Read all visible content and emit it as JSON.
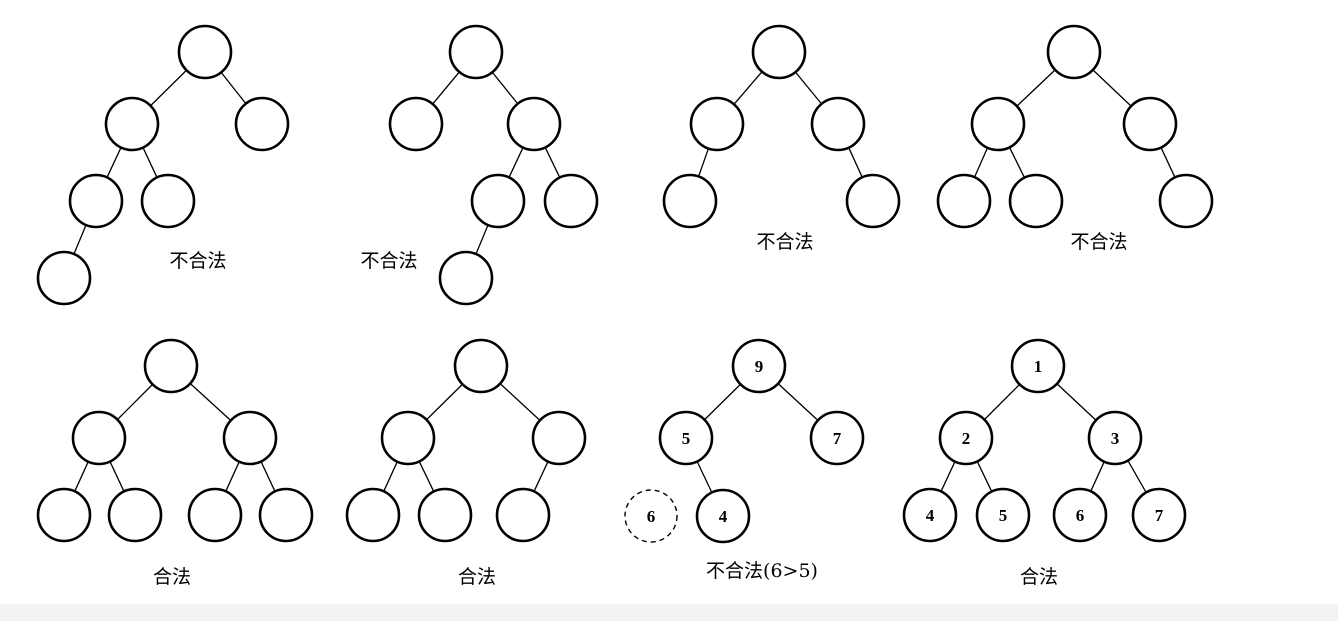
{
  "colors": {
    "background": "#ffffff",
    "stroke": "#000000",
    "bottom_strip": "#f3f3f3"
  },
  "trees": [
    {
      "caption": "不合法",
      "nodes": [
        {
          "id": "a"
        },
        {
          "id": "b"
        },
        {
          "id": "c"
        },
        {
          "id": "d"
        },
        {
          "id": "e"
        },
        {
          "id": "f"
        }
      ],
      "edges": [
        [
          "a",
          "b"
        ],
        [
          "a",
          "c"
        ],
        [
          "b",
          "d"
        ],
        [
          "b",
          "e"
        ],
        [
          "d",
          "f"
        ]
      ]
    },
    {
      "caption": "不合法",
      "nodes": [
        {
          "id": "a"
        },
        {
          "id": "b"
        },
        {
          "id": "c"
        },
        {
          "id": "d"
        },
        {
          "id": "e"
        },
        {
          "id": "f"
        }
      ],
      "edges": [
        [
          "a",
          "b"
        ],
        [
          "a",
          "c"
        ],
        [
          "c",
          "d"
        ],
        [
          "c",
          "e"
        ],
        [
          "d",
          "f"
        ]
      ]
    },
    {
      "caption": "不合法",
      "nodes": [
        {
          "id": "a"
        },
        {
          "id": "b"
        },
        {
          "id": "c"
        },
        {
          "id": "d"
        },
        {
          "id": "e"
        }
      ],
      "edges": [
        [
          "a",
          "b"
        ],
        [
          "a",
          "c"
        ],
        [
          "b",
          "d"
        ],
        [
          "c",
          "e"
        ]
      ]
    },
    {
      "caption": "不合法",
      "nodes": [
        {
          "id": "a"
        },
        {
          "id": "b"
        },
        {
          "id": "c"
        },
        {
          "id": "d"
        },
        {
          "id": "e"
        },
        {
          "id": "f"
        }
      ],
      "edges": [
        [
          "a",
          "b"
        ],
        [
          "a",
          "c"
        ],
        [
          "b",
          "d"
        ],
        [
          "b",
          "e"
        ],
        [
          "c",
          "f"
        ]
      ]
    },
    {
      "caption": "合法",
      "nodes": [
        {
          "id": "a"
        },
        {
          "id": "b"
        },
        {
          "id": "c"
        },
        {
          "id": "d"
        },
        {
          "id": "e"
        },
        {
          "id": "f"
        },
        {
          "id": "g"
        }
      ],
      "edges": [
        [
          "a",
          "b"
        ],
        [
          "a",
          "c"
        ],
        [
          "b",
          "d"
        ],
        [
          "b",
          "e"
        ],
        [
          "c",
          "f"
        ],
        [
          "c",
          "g"
        ]
      ]
    },
    {
      "caption": "合法",
      "nodes": [
        {
          "id": "a"
        },
        {
          "id": "b"
        },
        {
          "id": "c"
        },
        {
          "id": "d"
        },
        {
          "id": "e"
        },
        {
          "id": "f"
        }
      ],
      "edges": [
        [
          "a",
          "b"
        ],
        [
          "a",
          "c"
        ],
        [
          "b",
          "d"
        ],
        [
          "b",
          "e"
        ],
        [
          "c",
          "f"
        ]
      ]
    },
    {
      "caption": "不合法(6>5)",
      "nodes": [
        {
          "id": "a",
          "label": "9"
        },
        {
          "id": "b",
          "label": "5"
        },
        {
          "id": "c",
          "label": "7"
        },
        {
          "id": "d",
          "label": "6",
          "dashed": true
        },
        {
          "id": "e",
          "label": "4"
        }
      ],
      "edges": [
        [
          "a",
          "b"
        ],
        [
          "a",
          "c"
        ],
        [
          "b",
          "e"
        ]
      ]
    },
    {
      "caption": "合法",
      "nodes": [
        {
          "id": "a",
          "label": "1"
        },
        {
          "id": "b",
          "label": "2"
        },
        {
          "id": "c",
          "label": "3"
        },
        {
          "id": "d",
          "label": "4"
        },
        {
          "id": "e",
          "label": "5"
        },
        {
          "id": "f",
          "label": "6"
        },
        {
          "id": "g",
          "label": "7"
        }
      ],
      "edges": [
        [
          "a",
          "b"
        ],
        [
          "a",
          "c"
        ],
        [
          "b",
          "d"
        ],
        [
          "b",
          "e"
        ],
        [
          "c",
          "f"
        ],
        [
          "c",
          "g"
        ]
      ]
    }
  ]
}
